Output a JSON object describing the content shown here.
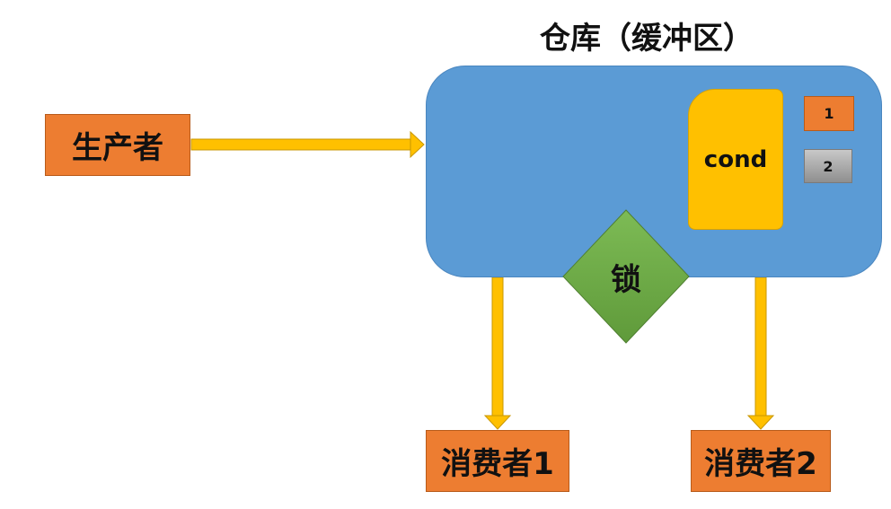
{
  "title": "仓库（缓冲区）",
  "producer": {
    "label": "生产者"
  },
  "cond": {
    "label": "cond"
  },
  "queue": {
    "items": [
      "1",
      "2"
    ]
  },
  "lock": {
    "label": "锁"
  },
  "consumers": [
    {
      "label": "消费者1"
    },
    {
      "label": "消费者2"
    }
  ],
  "colors": {
    "warehouse": "#5b9bd5",
    "actor": "#ed7d31",
    "cond": "#ffc000",
    "lock": "#70ad47",
    "arrow": "#ffc000",
    "queue_item_2": "#a6a6a6"
  }
}
